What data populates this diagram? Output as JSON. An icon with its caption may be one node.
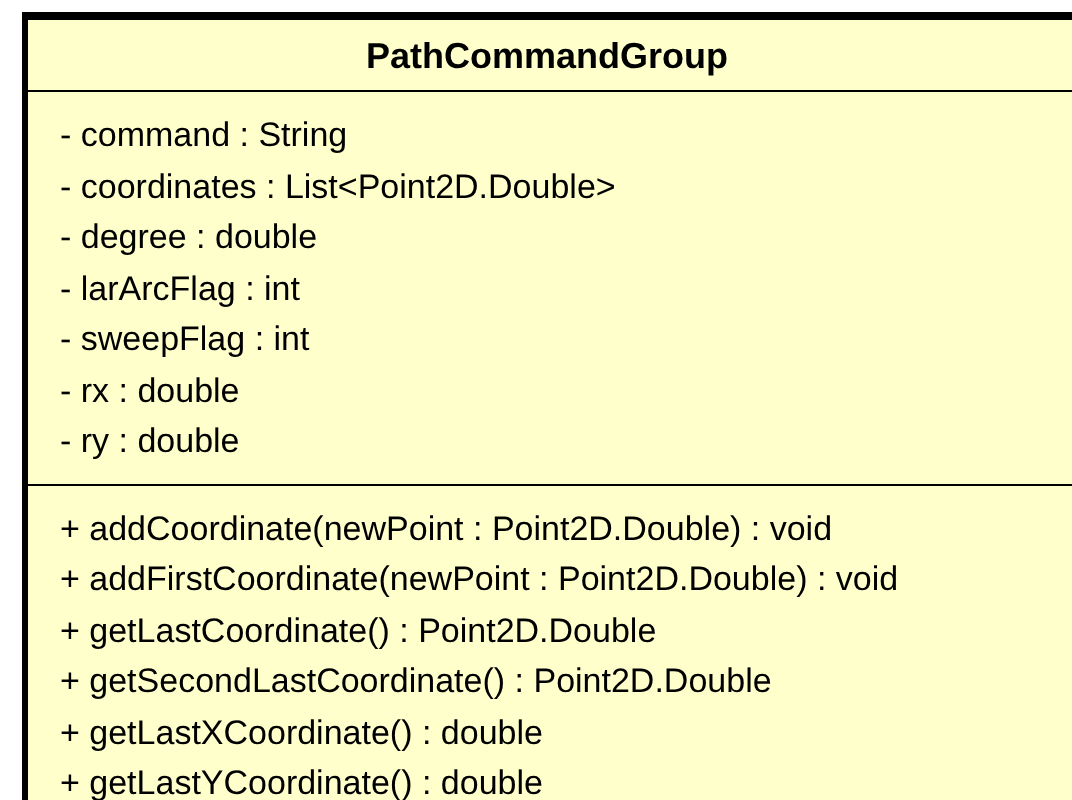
{
  "diagram": {
    "nodes": [
      {
        "text": [
          "PathCommandGroup"
        ]
      },
      {
        "text": [
          "- command : String",
          "- coordinates : List<Point2D.Double>",
          "- degree : double",
          "- larArcFlag : int",
          "- sweepFlag : int",
          "- rx : double",
          "- ry : double"
        ],
        "in": 0
      },
      {
        "text": [
          "+ addCoordinate(newPoint : Point2D.Double) : void",
          "+ addFirstCoordinate(newPoint : Point2D.Double) : void",
          "+ getLastCoordinate() : Point2D.Double",
          "+ getSecondLastCoordinate() : Point2D.Double",
          "+ getLastXCoordinate() : double",
          "+ getLastYCoordinate() : double"
        ],
        "in": 0
      }
    ]
  }
}
